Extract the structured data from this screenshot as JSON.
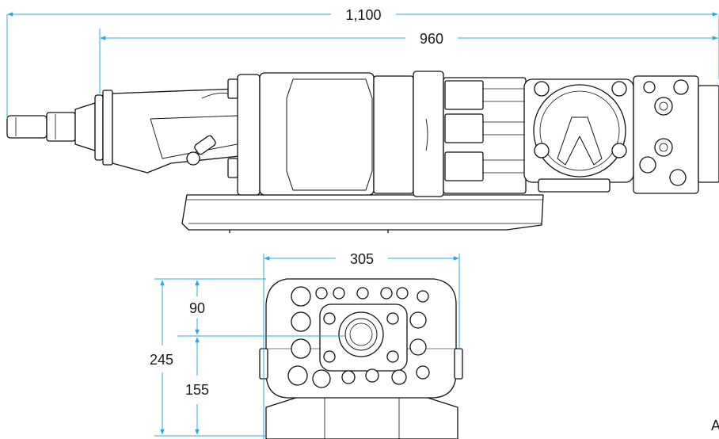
{
  "dimensions": {
    "overall_length": "1,100",
    "body_length": "960",
    "width": "305",
    "total_height": "245",
    "upper_height": "90",
    "lower_height": "155"
  },
  "corner_label": "A",
  "colors": {
    "dimension_line": "#29a8e0",
    "outline": "#111111",
    "fill": "#ffffff"
  }
}
